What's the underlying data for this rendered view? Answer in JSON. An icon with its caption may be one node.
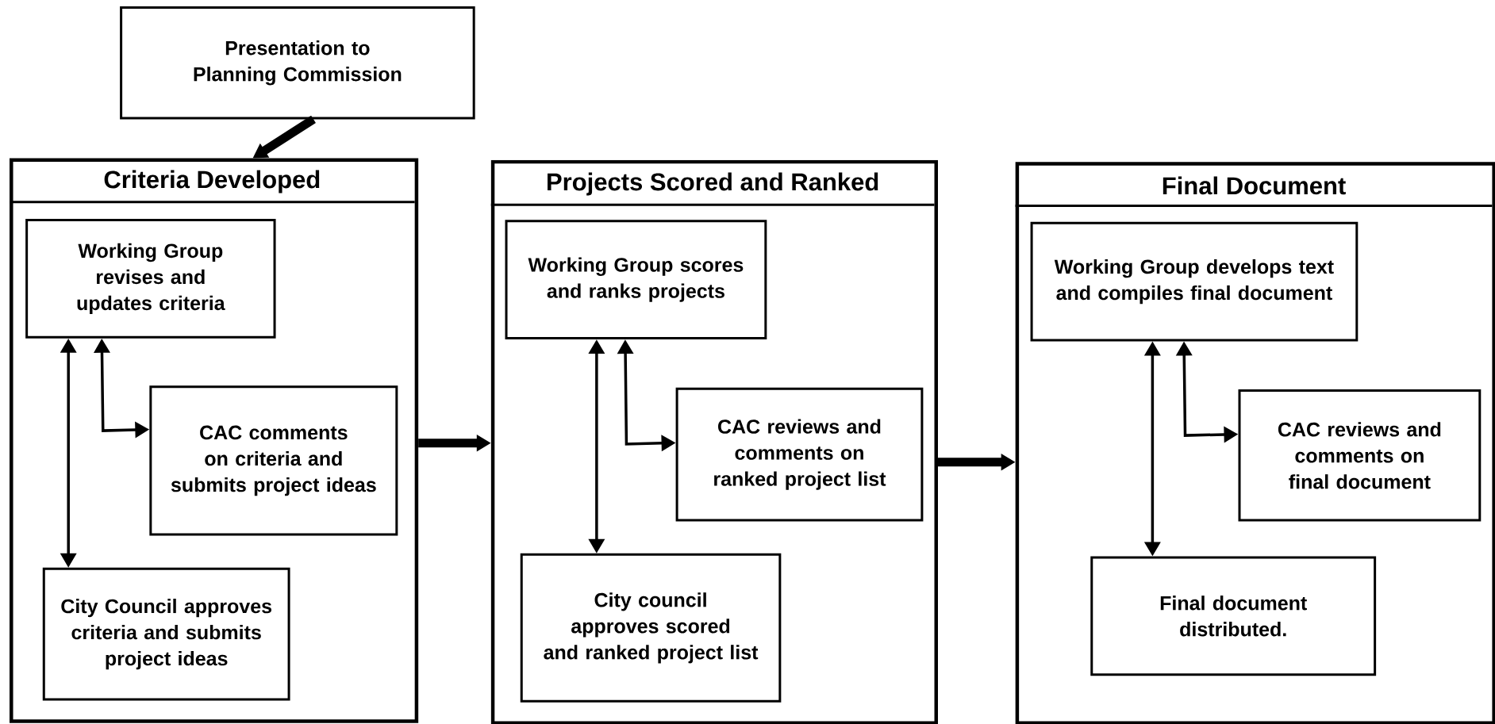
{
  "diagram": {
    "nodes": [
      {
        "text": [
          "Presentation to Planning Commission"
        ]
      },
      {
        "text": [
          "Criteria Developed"
        ]
      },
      {
        "text": [
          "Working Group revises and updates criteria"
        ],
        "in": 1
      },
      {
        "text": [
          "CAC comments on criteria and submits project ideas"
        ],
        "in": 1
      },
      {
        "text": [
          "City Council approves criteria and submits project ideas"
        ],
        "in": 1
      },
      {
        "text": [
          "Projects Scored and Ranked"
        ]
      },
      {
        "text": [
          "Working Group scores and ranks projects"
        ],
        "in": 5
      },
      {
        "text": [
          "CAC reviews and comments on ranked project list"
        ],
        "in": 5
      },
      {
        "text": [
          "City council approves scored and ranked project list"
        ],
        "in": 5
      },
      {
        "text": [
          "Final Document"
        ]
      },
      {
        "text": [
          "Working Group develops text and compiles final document"
        ],
        "in": 9
      },
      {
        "text": [
          "CAC reviews and comments on final document"
        ],
        "in": 9
      },
      {
        "text": [
          "Final document distributed."
        ],
        "in": 9
      }
    ],
    "edges": [
      {
        "from": 0,
        "to": 1,
        "arrow": "to",
        "style": "thick"
      },
      {
        "from": 2,
        "to": 4,
        "arrow": "both"
      },
      {
        "from": 2,
        "to": 3,
        "arrow": "both"
      },
      {
        "from": 1,
        "to": 5,
        "arrow": "to",
        "style": "thick"
      },
      {
        "from": 6,
        "to": 8,
        "arrow": "both"
      },
      {
        "from": 6,
        "to": 7,
        "arrow": "both"
      },
      {
        "from": 5,
        "to": 9,
        "arrow": "to",
        "style": "thick"
      },
      {
        "from": 10,
        "to": 12,
        "arrow": "both"
      },
      {
        "from": 10,
        "to": 11,
        "arrow": "both"
      }
    ]
  }
}
